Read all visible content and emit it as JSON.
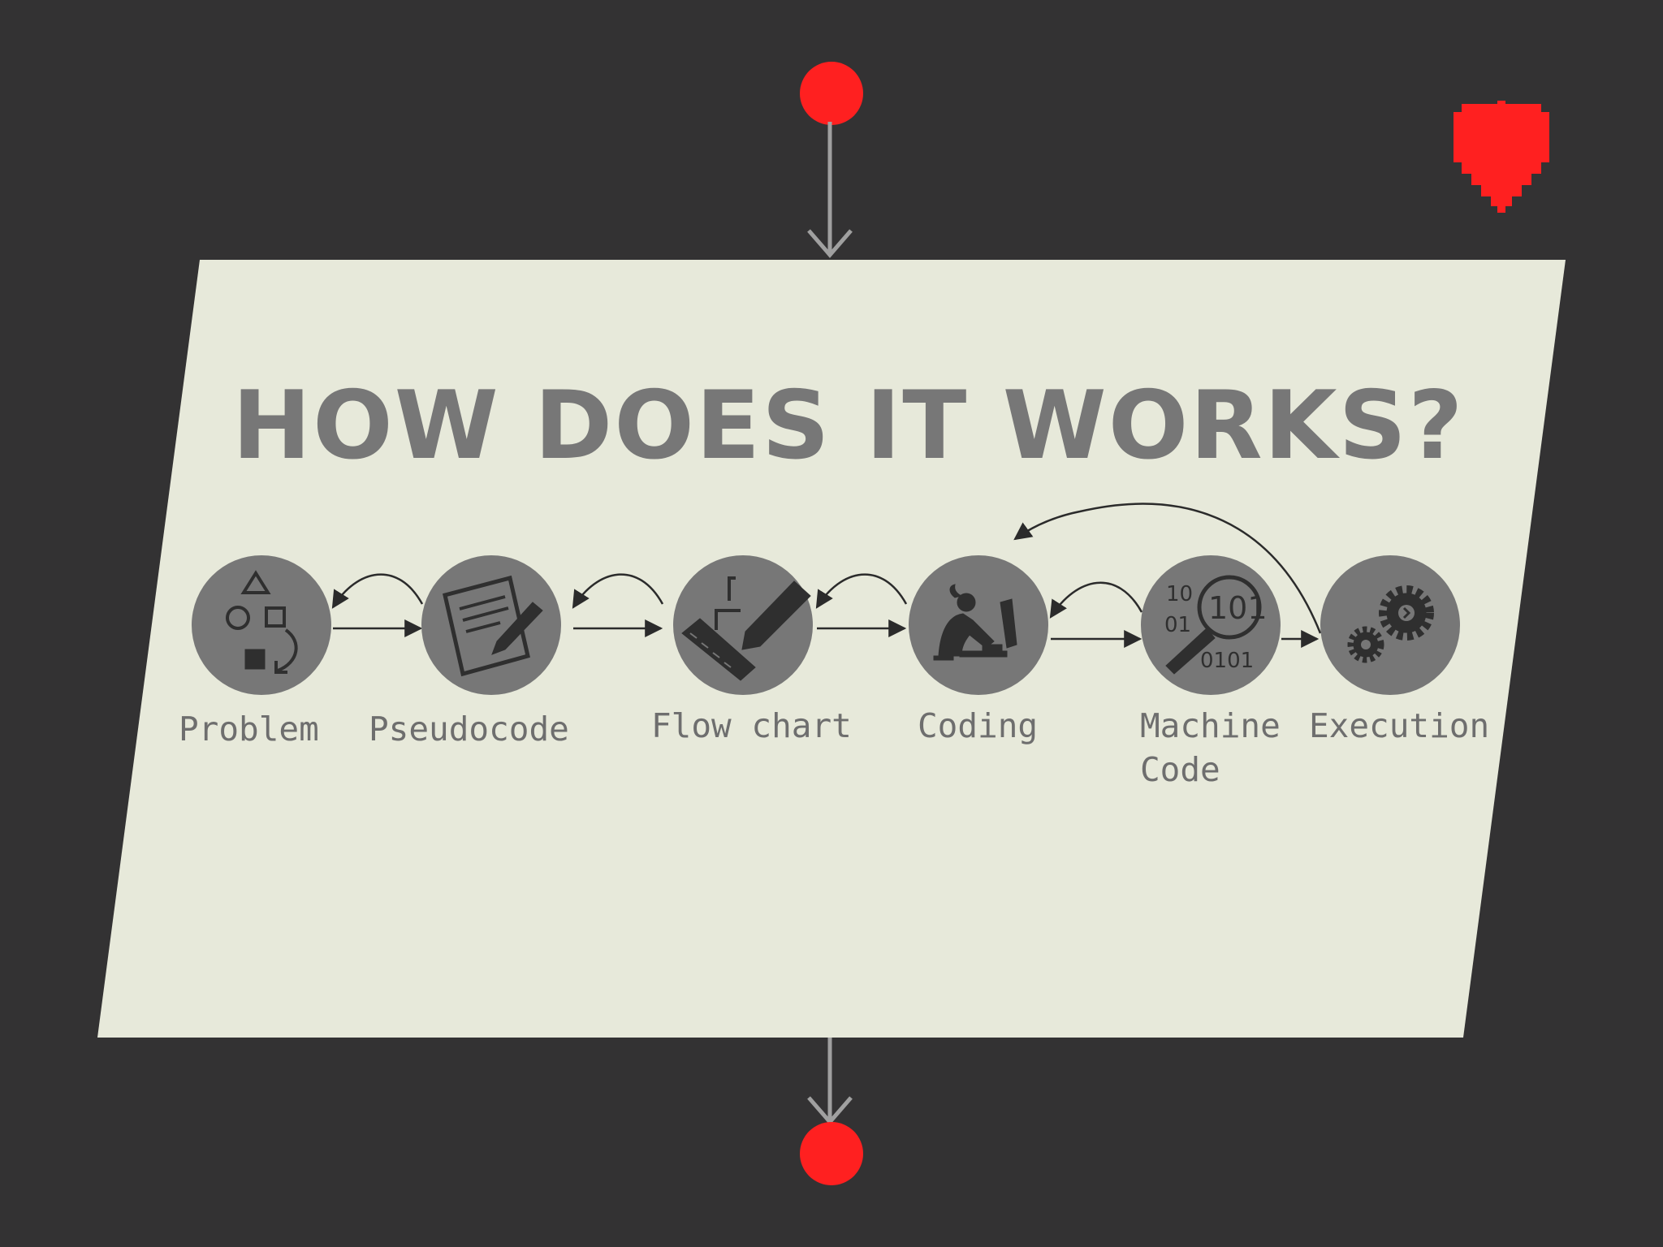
{
  "title": "HOW DOES IT WORKS?",
  "colors": {
    "background": "#333233",
    "panel": "#e7e9da",
    "terminal_dot": "#ff2020",
    "circle": "#777777",
    "text": "#777777",
    "arrows": "#2b2b2b",
    "connector": "#a0a0a0"
  },
  "steps": [
    {
      "label_lines": [
        "Problem"
      ],
      "icon": "shapes-icon"
    },
    {
      "label_lines": [
        "Pseudocode"
      ],
      "icon": "notepad-pencil-icon"
    },
    {
      "label_lines": [
        "Flow chart"
      ],
      "icon": "ruler-pencil-icon"
    },
    {
      "label_lines": [
        "Coding"
      ],
      "icon": "person-computer-icon"
    },
    {
      "label_lines": [
        "Machine",
        "Code"
      ],
      "icon": "binary-magnifier-icon"
    },
    {
      "label_lines": [
        "Execution"
      ],
      "icon": "gears-icon"
    }
  ],
  "machine_code_digits": {
    "left_top": "10",
    "left_bottom": "01",
    "lens": "101",
    "bottom": "0101"
  },
  "decorations": {
    "heart": "pixel-heart-icon",
    "start": "start-dot",
    "end": "end-dot"
  }
}
